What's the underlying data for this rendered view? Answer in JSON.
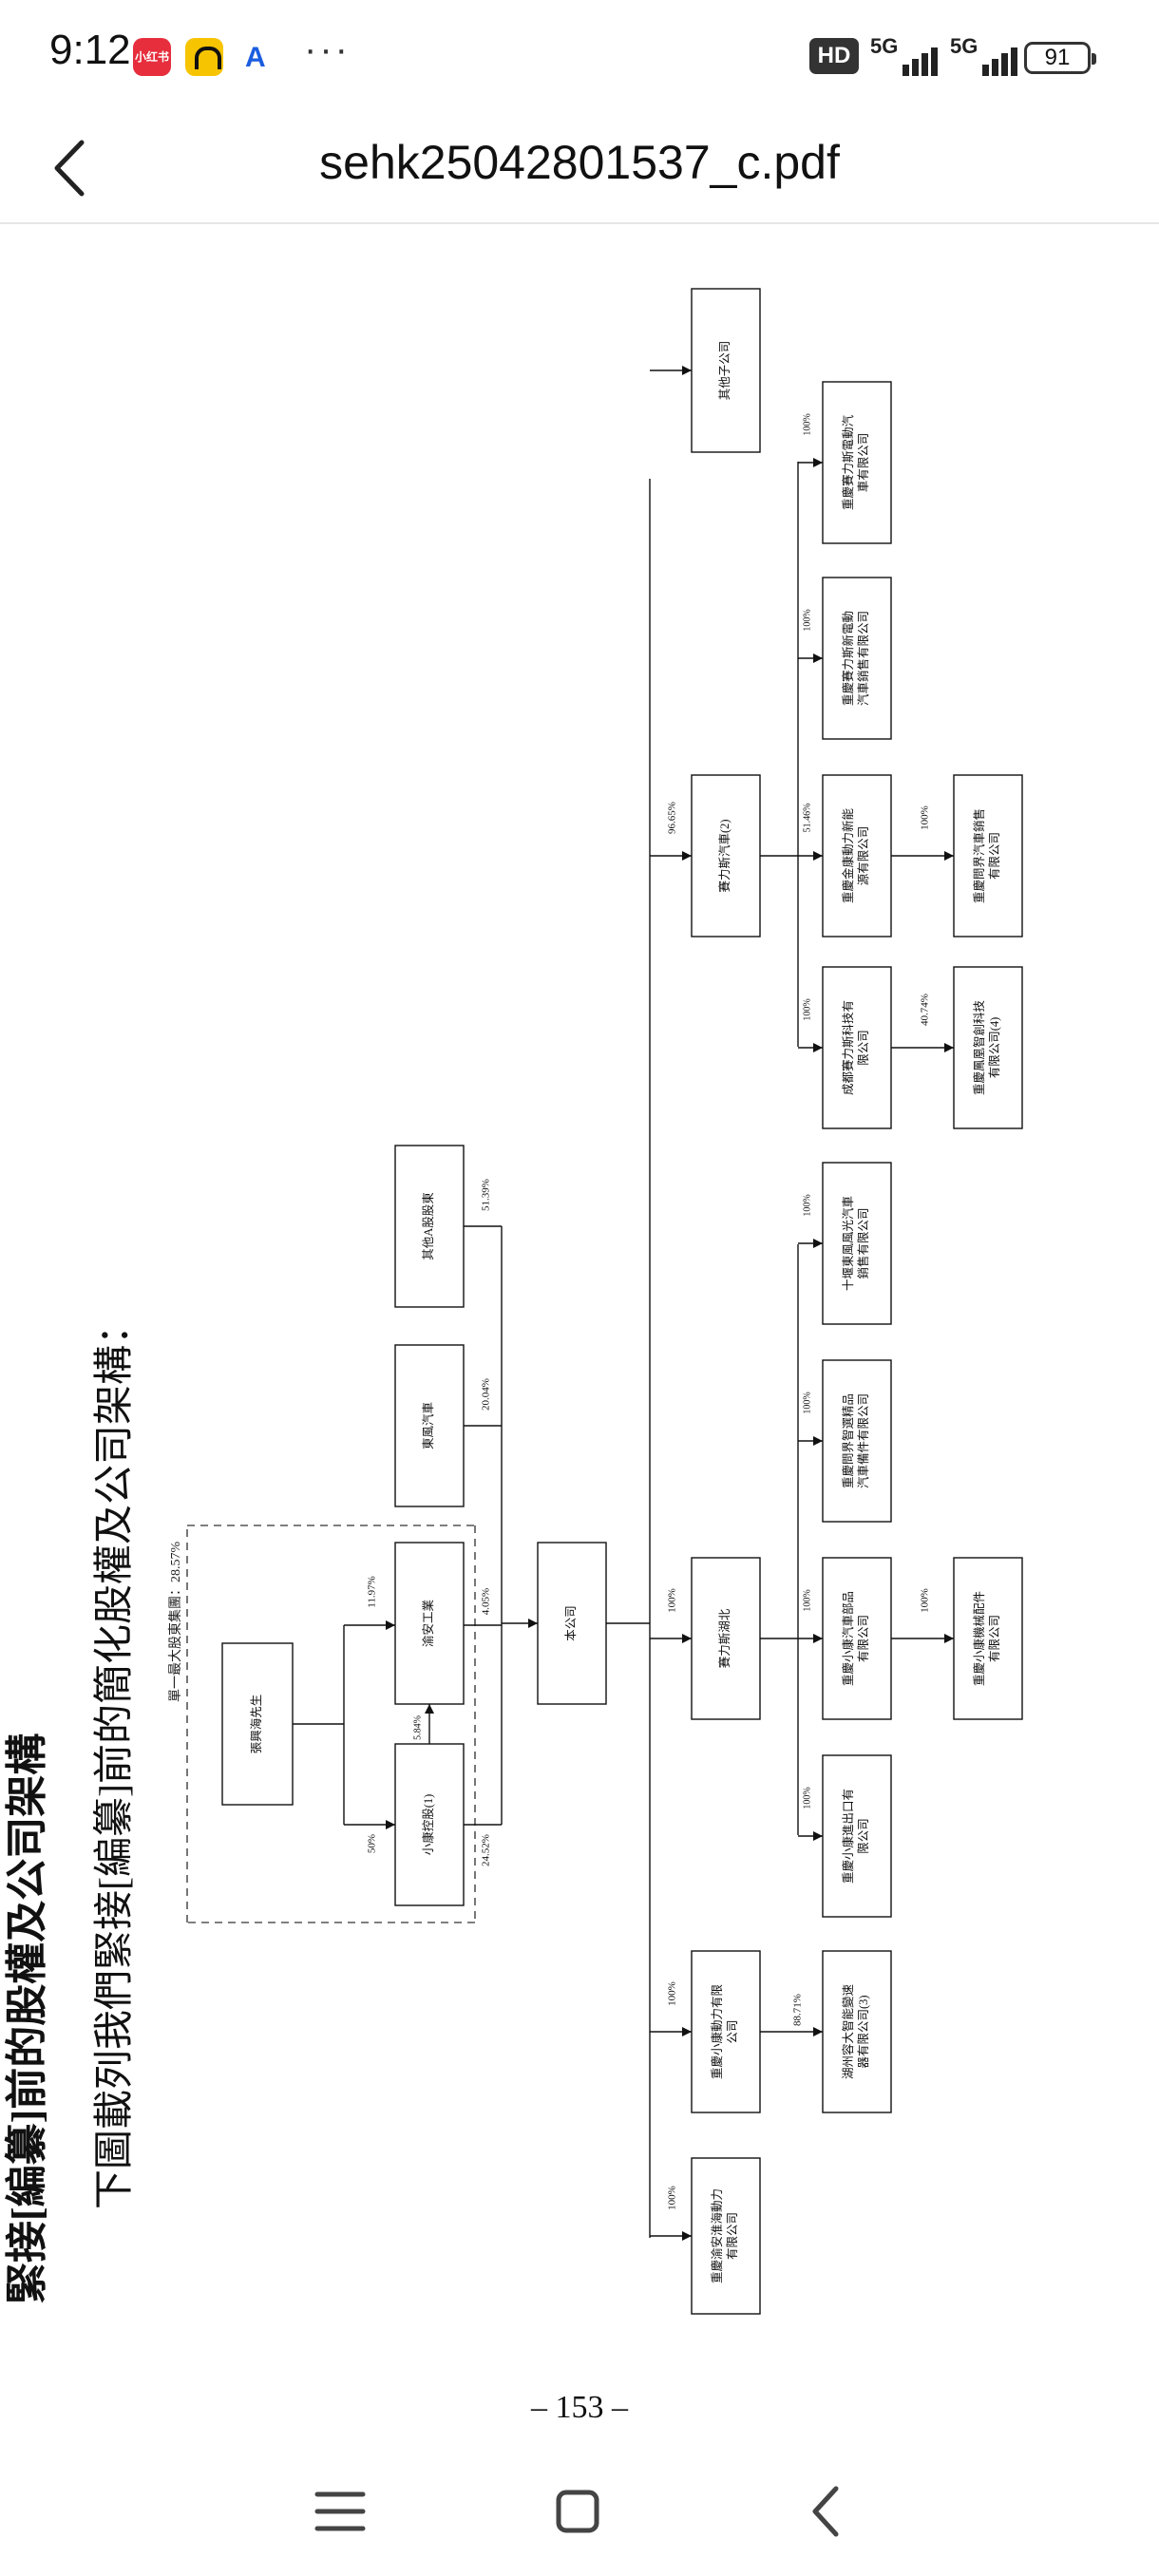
{
  "status_bar": {
    "time": "9:12",
    "notification_badge": "小红书",
    "more": "···",
    "hd_label": "HD",
    "network1": "5G",
    "network2": "5G",
    "battery": "91"
  },
  "title_bar": {
    "title": "sehk25042801537_c.pdf"
  },
  "document": {
    "cut_heading": "緊接[編纂]前的股權及公司架構",
    "heading": "下圖載列我們緊接[編纂]前的簡化股權及公司架構：",
    "group_label": "單一最大股東集團：28.57%",
    "page_number": "– 153 –",
    "nodes": {
      "zhang": "張興海先生",
      "xiaokang": "小康控股(1)",
      "yuan": "渝安工業",
      "dongfeng": "東風汽車",
      "others_a": "其他A股股東",
      "company": "本公司",
      "c1": "重慶渝安淮海動力有限公司",
      "c2": "重慶小康動力有限公司",
      "c3": "賽力斯湖北",
      "c4": "賽力斯汽車(2)",
      "c5": "其他子公司",
      "g1": "湖州容大智能變速器有限公司(3)",
      "g2": "重慶小康進出口有限公司",
      "g3": "重慶小康汽車部品有限公司",
      "g4": "重慶問界智選精品汽車備件有限公司",
      "g5": "十堰東風風光汽車銷售有限公司",
      "g6": "成都賽力斯科技有限公司",
      "g7": "重慶金康動力新能源有限公司",
      "g8": "重慶賽力斯新電動汽車銷售有限公司",
      "g9": "重慶賽力斯電動汽車有限公司",
      "gg1": "重慶小康機械配件有限公司",
      "gg2": "重慶鳳凰智創科技有限公司(4)",
      "gg3": "重慶問界汽車銷售有限公司"
    },
    "percents": {
      "p_50": "50%",
      "p_1197": "11.97%",
      "p_584": "5.84%",
      "p_2452": "24.52%",
      "p_405": "4.05%",
      "p_2004": "20.04%",
      "p_5139": "51.39%",
      "p_c1": "100%",
      "p_c2": "100%",
      "p_c3": "100%",
      "p_c4": "96.65%",
      "p_8871": "88.71%",
      "p_g2": "100%",
      "p_g3": "100%",
      "p_g4": "100%",
      "p_g5": "100%",
      "p_g6": "100%",
      "p_g7": "51.46%",
      "p_g8": "100%",
      "p_g9": "100%",
      "p_gg1": "100%",
      "p_4074": "40.74%",
      "p_gg3": "100%"
    }
  },
  "colors": {
    "chart_line": "#111111",
    "dashed_border": "#555555",
    "title_divider": "#e6e6e6"
  },
  "nav_bar": {
    "menu": "menu-icon",
    "home": "home-icon",
    "back": "back-icon"
  }
}
